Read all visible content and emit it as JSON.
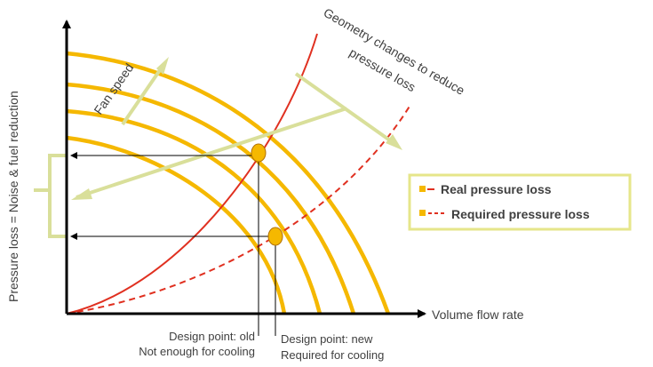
{
  "axes": {
    "x_label": "Volume flow rate",
    "y_label": "Pressure loss = Noise & fuel reduction"
  },
  "annotations": {
    "fan_speed": "Fan speed",
    "geometry_line1": "Geometry changes to reduce",
    "geometry_line2": "pressure loss",
    "design_old_line1": "Design point: old",
    "design_old_line2": "Not enough for cooling",
    "design_new_line1": "Design point: new",
    "design_new_line2": "Required for cooling"
  },
  "legend": {
    "items": [
      {
        "label": "Real pressure loss",
        "style": "solid",
        "color": "#e03020"
      },
      {
        "label": "Required pressure loss",
        "style": "dashed",
        "color": "#e03020"
      }
    ]
  },
  "colors": {
    "fan_curve": "#f5b800",
    "system_curve": "#e03020",
    "arrow": "#d9df9a",
    "legend_border": "#e6e68a",
    "design_point": "#f5b800"
  }
}
